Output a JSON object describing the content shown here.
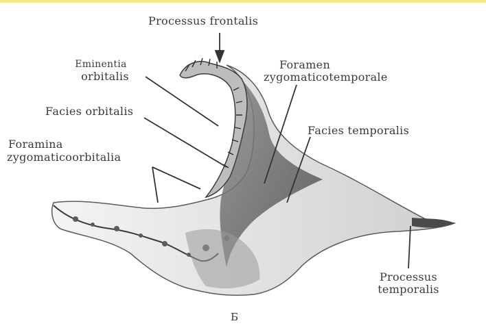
{
  "labels": {
    "processus_frontalis": "Processus frontalis",
    "eminentia_l1": "Eminentia",
    "eminentia_l2": "orbitalis",
    "foramen_l1": "Foramen",
    "foramen_l2": "zygomaticotemporale",
    "facies_orbitalis": "Facies orbitalis",
    "facies_temporalis": "Facies temporalis",
    "foramina_l1": "Foramina",
    "foramina_l2": "zygomaticoorbitalia",
    "processus_temporalis_l1": "Processus",
    "processus_temporalis_l2": "temporalis",
    "figure_letter": "Б"
  },
  "colors": {
    "top_bar": "#f3e98a",
    "ink": "#3a3a3a",
    "bone_light": "#ececec",
    "bone_shadow": "#6e6e6e"
  }
}
